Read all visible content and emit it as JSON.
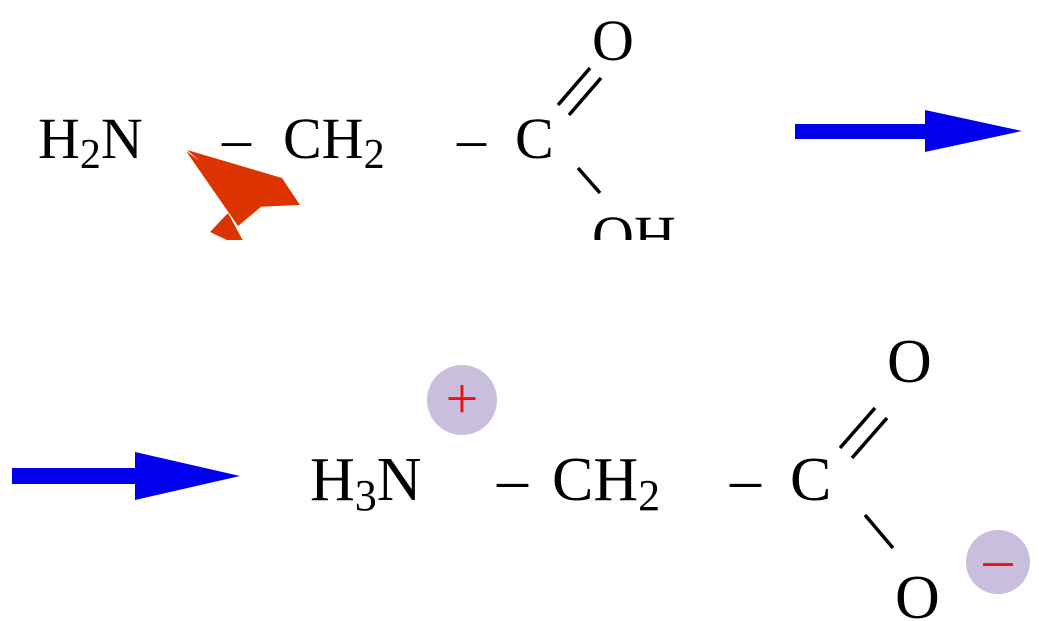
{
  "top_molecule": {
    "amine": {
      "atom": "H",
      "subscript": "2",
      "tail": "N"
    },
    "bond_1": "–",
    "methylene": {
      "atom": "CH",
      "subscript": "2"
    },
    "bond_2": "–",
    "carbon": "C",
    "carbonyl_oxygen": "O",
    "hydroxyl": "OH"
  },
  "bottom_molecule": {
    "amine": {
      "atom": "H",
      "subscript": "3",
      "tail": "N"
    },
    "bond_1": "–",
    "methylene": {
      "atom": "CH",
      "subscript": "2"
    },
    "bond_2": "–",
    "carbon": "C",
    "carbonyl_oxygen": "O",
    "carboxylate_oxygen": "O",
    "positive_charge": "+",
    "negative_charge": "–"
  },
  "colors": {
    "reaction_arrow": "#0000ee",
    "electron_arrow": "#dd3300",
    "charge_circle": "#c9bedd",
    "charge_sign": "#ee1111"
  }
}
